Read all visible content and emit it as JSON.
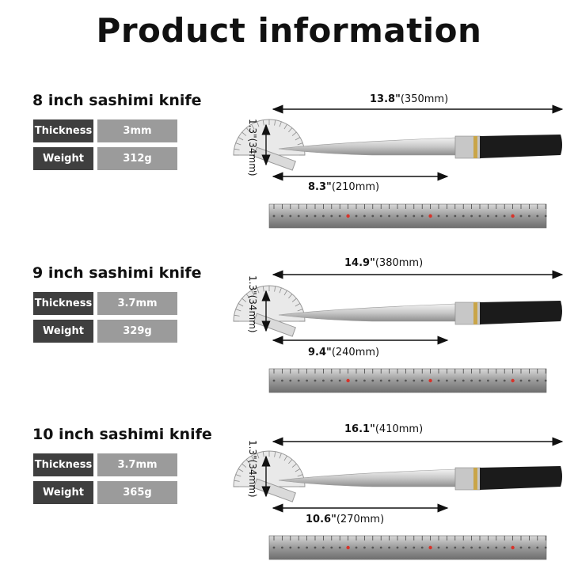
{
  "title": "Product information",
  "products": [
    {
      "name": "8 inch sashimi knife",
      "thickness_label": "Thickness",
      "thickness": "3mm",
      "weight_label": "Weight",
      "weight": "312g",
      "total_length_in": "13.8\"",
      "total_length_mm": "(350mm)",
      "blade_length_in": "8.3\"",
      "blade_length_mm": "(210mm)",
      "blade_height": "1.3\"(34mm)"
    },
    {
      "name": "9 inch sashimi knife",
      "thickness_label": "Thickness",
      "thickness": "3.7mm",
      "weight_label": "Weight",
      "weight": "329g",
      "total_length_in": "14.9\"",
      "total_length_mm": "(380mm)",
      "blade_length_in": "9.4\"",
      "blade_length_mm": "(240mm)",
      "blade_height": "1.3\"(34mm)"
    },
    {
      "name": "10 inch sashimi knife",
      "thickness_label": "Thickness",
      "thickness": "3.7mm",
      "weight_label": "Weight",
      "weight": "365g",
      "total_length_in": "16.1\"",
      "total_length_mm": "(410mm)",
      "blade_length_in": "10.6\"",
      "blade_length_mm": "(270mm)",
      "blade_height": "1.3\"(34mm)"
    }
  ],
  "colors": {
    "label_bg": "#3f3f3f",
    "value_bg": "#9b9b9b",
    "handle": "#1b1b1b",
    "ruler_mark": "#d8332a"
  },
  "icons": [
    "knife-image",
    "protractor-image",
    "ruler-image"
  ]
}
